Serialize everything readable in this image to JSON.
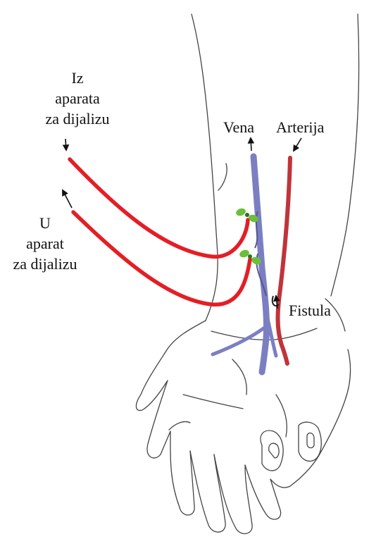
{
  "labels": {
    "from_machine": [
      "Iz",
      "aparata",
      "za dijalizu"
    ],
    "to_machine": [
      "U",
      "aparat",
      "za dijalizu"
    ],
    "vein": "Vena",
    "artery": "Arterija",
    "fistula": "Fistula"
  },
  "colors": {
    "tube": "#e41e26",
    "vein": "#7b7fc2",
    "vein_dark": "#55578f",
    "artery": "#c0343a",
    "clamp": "#6bbf3a",
    "outline": "#444444"
  },
  "icons": {
    "clamp": "green-clamp-icon",
    "arrow": "arrow-icon"
  }
}
